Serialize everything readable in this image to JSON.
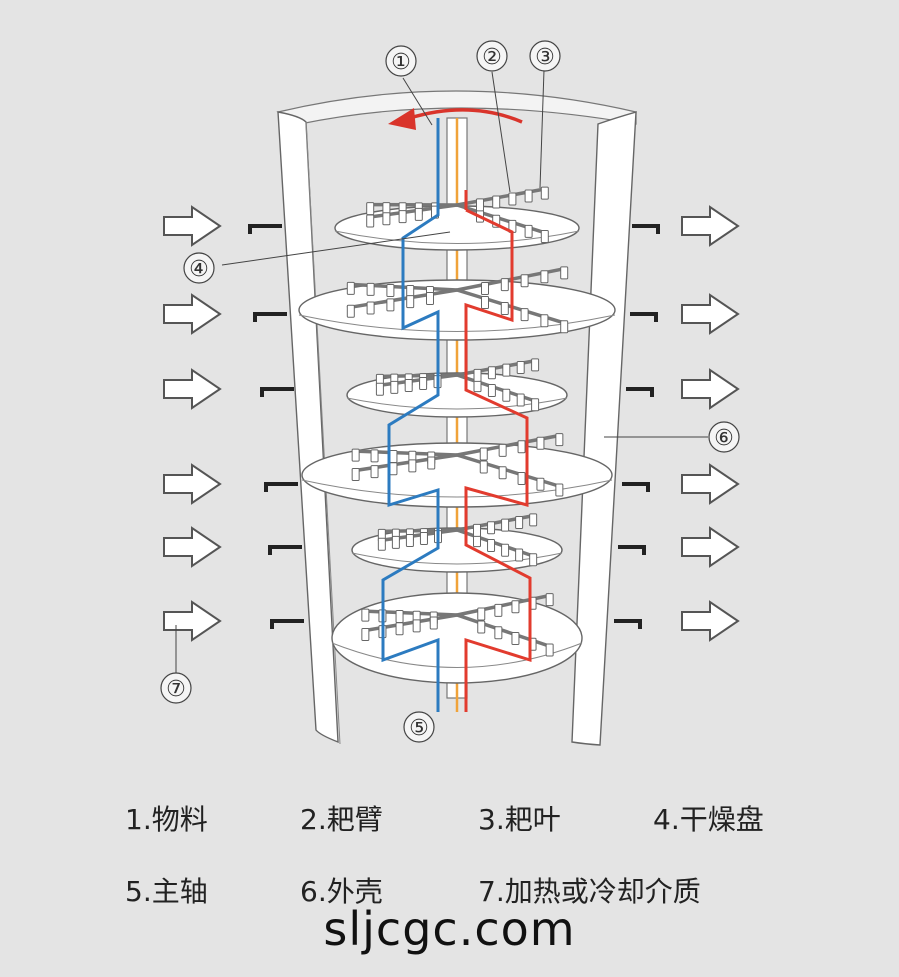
{
  "callouts": {
    "c1": "①",
    "c2": "②",
    "c3": "③",
    "c4": "④",
    "c5": "⑤",
    "c6": "⑥",
    "c7": "⑦"
  },
  "legend": [
    "1.物料",
    "2.耙臂",
    "3.耙叶",
    "4.干燥盘",
    "5.主轴",
    "6.外壳",
    "7.加热或冷却介质"
  ],
  "watermark": "sljcgc.com",
  "colors": {
    "background": "#e4e4e4",
    "shell": "#ffffff",
    "outline": "#555555",
    "hot_pipe": "#e23b2e",
    "cold_pipe": "#2c7bc0",
    "shaft": "#f0a33a",
    "rotation_arrow": "#d9342b"
  },
  "icons": [
    "arrow-right-outline-icon",
    "rotation-arrow-icon",
    "nozzle-icon"
  ]
}
